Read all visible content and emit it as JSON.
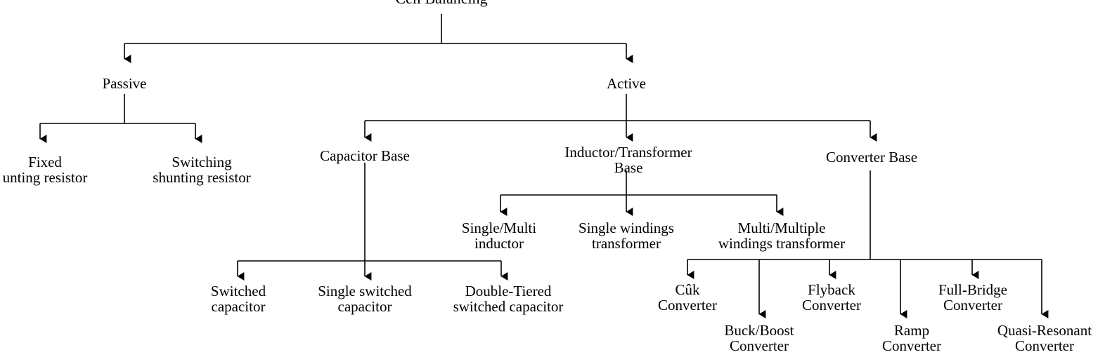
{
  "diagram": {
    "title": "Cell Balancing",
    "type": "hierarchy-tree",
    "note_clipping": "title clipped at top edge; left-most leaf clipped at left edge",
    "line_color": "#000000",
    "background_color": "#ffffff"
  },
  "nodes": {
    "root": "Cell Balancing",
    "passive": "Passive",
    "active": "Active",
    "fixed_shunting_resistor": "Fixed\nunting resistor",
    "switching_shunting_resistor": "Switching\nshunting resistor",
    "capacitor_base": "Capacitor Base",
    "inductor_transformer_base": "Inductor/Transformer\nBase",
    "converter_base": "Converter Base",
    "single_multi_inductor": "Single/Multi\ninductor",
    "single_windings_transformer": "Single windings\ntransformer",
    "multi_multiple_windings_transformer": "Multi/Multiple\nwindings transformer",
    "switched_capacitor": "Switched\ncapacitor",
    "single_switched_capacitor": "Single switched\ncapacitor",
    "double_tiered_switched_capacitor": "Double-Tiered\nswitched capacitor",
    "cuk_converter": "Cûk\nConverter",
    "buck_boost_converter": "Buck/Boost\nConverter",
    "flyback_converter": "Flyback\nConverter",
    "ramp_converter": "Ramp\nConverter",
    "full_bridge_converter": "Full-Bridge\nConverter",
    "quasi_resonant_converter": "Quasi-Resonant\nConverter"
  },
  "tree_structure": {
    "Cell Balancing": [
      "Passive",
      "Active"
    ],
    "Passive": [
      "Fixed shunting resistor",
      "Switching shunting resistor"
    ],
    "Active": [
      "Capacitor Base",
      "Inductor/Transformer Base",
      "Converter Base"
    ],
    "Capacitor Base": [
      "Switched capacitor",
      "Single switched capacitor",
      "Double-Tiered switched capacitor"
    ],
    "Inductor/Transformer Base": [
      "Single/Multi inductor",
      "Single windings transformer",
      "Multi/Multiple windings transformer"
    ],
    "Converter Base": [
      "Cûk Converter",
      "Buck/Boost Converter",
      "Flyback Converter",
      "Ramp Converter",
      "Full-Bridge Converter",
      "Quasi-Resonant Converter"
    ]
  }
}
